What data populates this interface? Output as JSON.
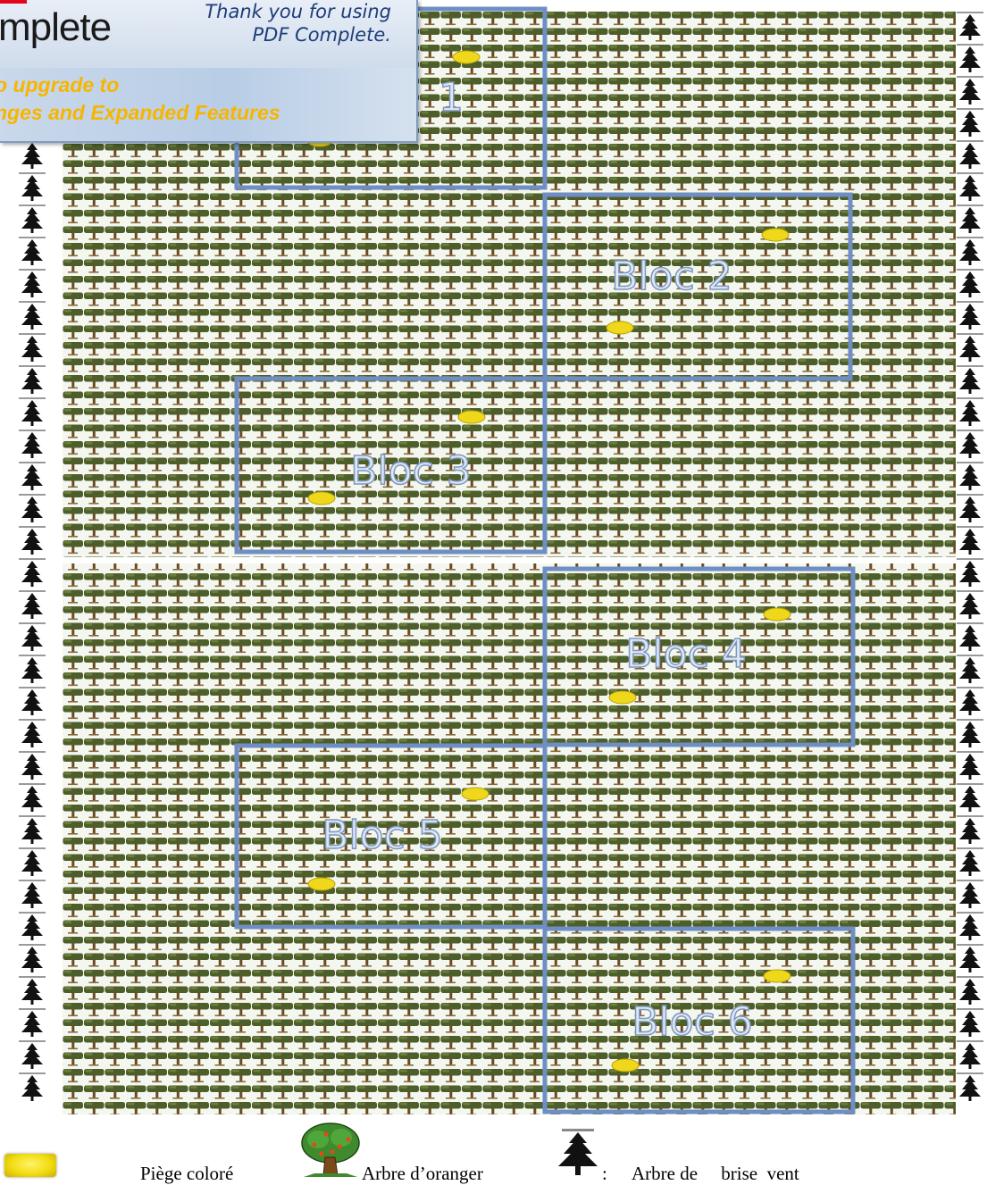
{
  "banner": {
    "brand_fragment": "mplete",
    "thanks_line1": "Thank you for using",
    "thanks_line2": "PDF Complete.",
    "upgrade_line1": "o upgrade to",
    "upgrade_line2": "nges and Expanded Features"
  },
  "blocks": [
    {
      "label": "1",
      "partial": true
    },
    {
      "label": "Bloc 2"
    },
    {
      "label": "Bloc 3"
    },
    {
      "label": "Bloc 4"
    },
    {
      "label": "Bloc 5"
    },
    {
      "label": "Bloc 6"
    }
  ],
  "legend": {
    "trap_label": "Piège coloré",
    "orange_label": "Arbre d’oranger",
    "windbreak_colon": ":",
    "windbreak_label": "Arbre de     brise  vent",
    "trap_icon": "yellow-trap-icon",
    "orange_icon": "orange-tree-icon",
    "windbreak_icon": "pine-tree-icon"
  },
  "colors": {
    "tree_canopy": "#4d5e2a",
    "tree_trunk": "#6b4a22",
    "block_border": "#6f8fc4",
    "trap_yellow": "#efd81c",
    "block_text": "#dfe8f6",
    "banner_text": "#1d3d7a",
    "upgrade_text": "#f7b500",
    "brand_red": "#e3061b"
  }
}
